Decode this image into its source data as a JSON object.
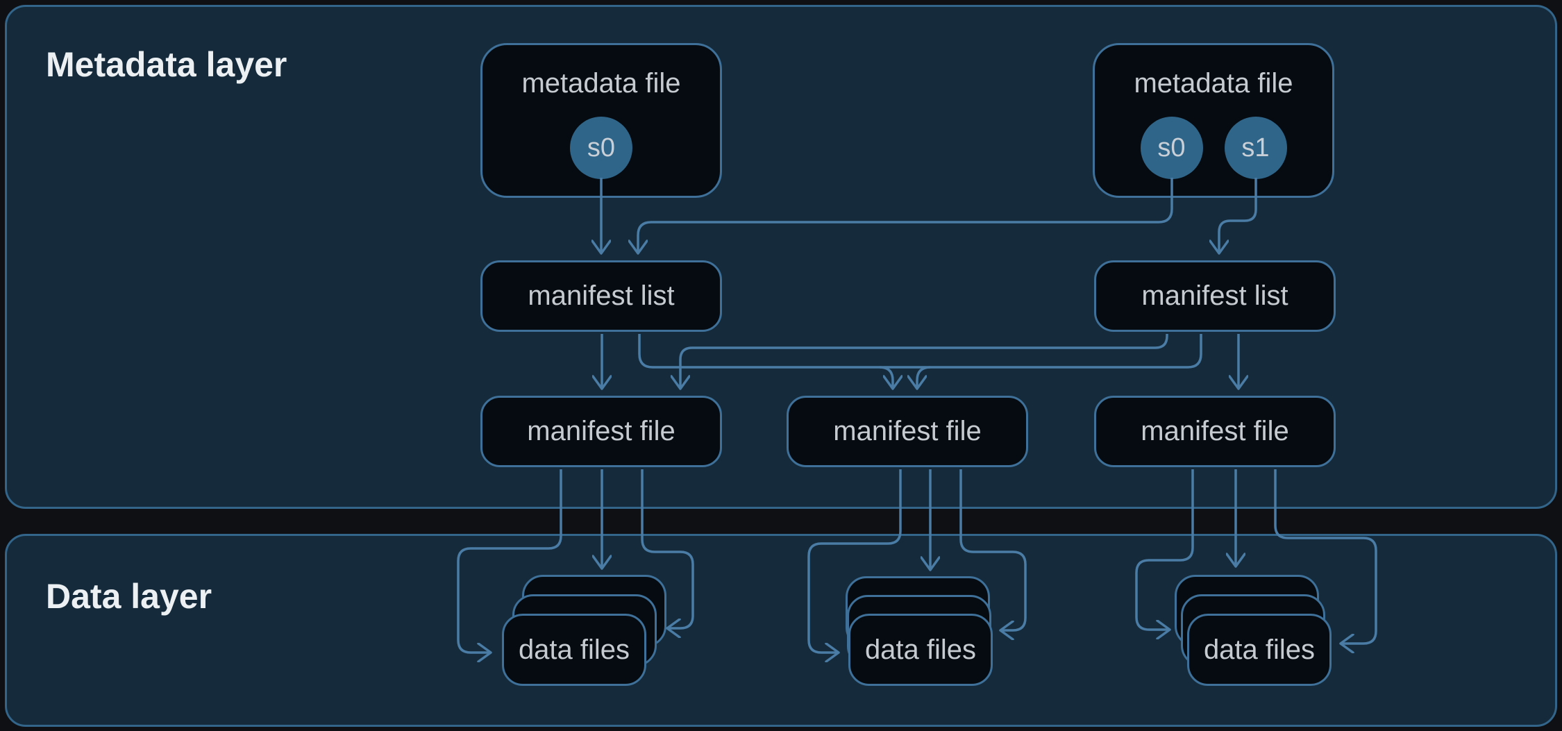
{
  "diagram": {
    "metadata_layer": {
      "title": "Metadata layer"
    },
    "data_layer": {
      "title": "Data layer"
    },
    "metadata_files": [
      {
        "label": "metadata file",
        "snapshots": [
          "s0"
        ]
      },
      {
        "label": "metadata file",
        "snapshots": [
          "s0",
          "s1"
        ]
      }
    ],
    "manifest_lists": [
      {
        "label": "manifest list"
      },
      {
        "label": "manifest list"
      }
    ],
    "manifest_files": [
      {
        "label": "manifest file"
      },
      {
        "label": "manifest file"
      },
      {
        "label": "manifest file"
      }
    ],
    "data_file_stacks": [
      {
        "label": "data files"
      },
      {
        "label": "data files"
      },
      {
        "label": "data files"
      }
    ]
  },
  "colors": {
    "page_bg": "#0F1013",
    "layer_bg": "#152B3B",
    "layer_border": "#33648A",
    "node_bg": "#060B11",
    "node_border": "#3E7099",
    "connector": "#4A7CA6",
    "snapshot_fill": "#2F6589",
    "label_text": "#C6CBD1",
    "title_text": "#ECF0F3"
  }
}
